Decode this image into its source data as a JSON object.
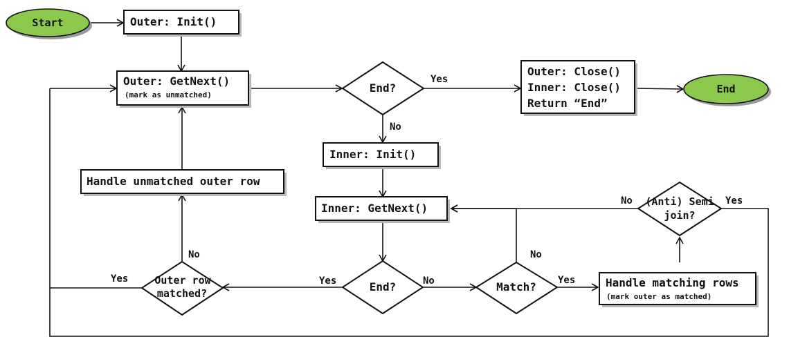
{
  "colors": {
    "terminal_fill": "#8cc84b",
    "stroke": "#111111",
    "background": "#ffffff"
  },
  "nodes": {
    "start": "Start",
    "end": "End",
    "outer_init": "Outer: Init()",
    "outer_getnext": "Outer: GetNext()",
    "outer_getnext_note": "(mark as unmatched)",
    "close_line1": "Outer: Close()",
    "close_line2": "Inner: Close()",
    "close_line3": "Return “End”",
    "end_check_top": "End?",
    "inner_init": "Inner: Init()",
    "inner_getnext": "Inner: GetNext()",
    "handle_unmatched": "Handle unmatched outer row",
    "outer_row_matched_line1": "Outer row",
    "outer_row_matched_line2": "matched?",
    "end_check_bottom": "End?",
    "match_check": "Match?",
    "handle_matching": "Handle matching rows",
    "handle_matching_note": "(mark outer as matched)",
    "semi_join_line1": "(Anti) Semi",
    "semi_join_line2": "join?"
  },
  "edge_labels": {
    "top_end_yes": "Yes",
    "top_end_no": "No",
    "bottom_end_yes": "Yes",
    "bottom_end_no": "No",
    "match_yes": "Yes",
    "match_no": "No",
    "outer_matched_yes": "Yes",
    "outer_matched_no": "No",
    "semi_no": "No",
    "semi_yes": "Yes"
  }
}
